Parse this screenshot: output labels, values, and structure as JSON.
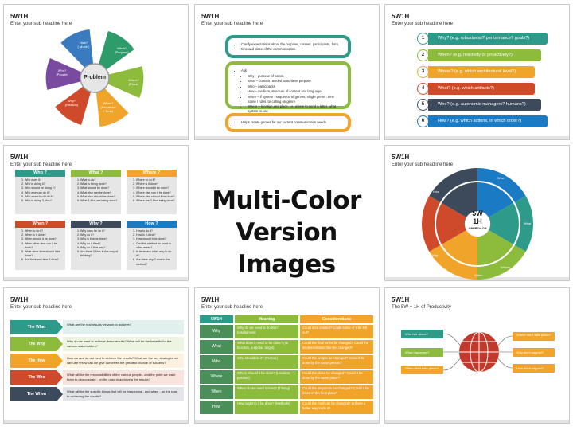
{
  "overlay": {
    "line1": "Multi-Color",
    "line2": "Version Images"
  },
  "slide_common": {
    "title": "5W1H",
    "subtitle": "Enter your sub headline here"
  },
  "slide1": {
    "center": "Problem",
    "petals": [
      {
        "label": "How?\n( Mode )",
        "color": "#3a7bbf"
      },
      {
        "label": "What?\n(Purpose)",
        "color": "#2e9b6a"
      },
      {
        "label": "Where?\n(Place)",
        "color": "#8dbb3c"
      },
      {
        "label": "When?\n(Sequence\n/ Time)",
        "color": "#f0a52a"
      },
      {
        "label": "Why?\n(Reason)",
        "color": "#cf4a2a"
      },
      {
        "label": "Who?\n(People)",
        "color": "#7a4aa0"
      }
    ]
  },
  "slide2": {
    "box1": [
      "Clarify expectations about the purpose, content, participants, form, time and place of the communication."
    ],
    "box2_title": "Ask",
    "box2": [
      "Why – purpose of comm.",
      "What – content needed to achieve purpose",
      "Who – participants",
      "How – medium, structure of content and language",
      "When – if system : sequence of genres. single genre : time frame / rules for calling on genre",
      "Where – location and place, i.e. where to send a letter, what system to use"
    ],
    "box3": [
      "Helps create genres for our current communication needs"
    ]
  },
  "slide3": {
    "rows": [
      {
        "num": "1",
        "text": "Why?  (e.g. robustness? performance? goals?)",
        "color": "#2e9b8a"
      },
      {
        "num": "2",
        "text": "When?  (e.g. reactivity or proactively?)",
        "color": "#8dbb3c"
      },
      {
        "num": "3",
        "text": "Where? (e.g. which architectural level?)",
        "color": "#f0a52a"
      },
      {
        "num": "4",
        "text": "What? (e.g. which artifacts?)",
        "color": "#cf4a2a"
      },
      {
        "num": "5",
        "text": "Who? (e.g. autonomic managers? humans?)",
        "color": "#3c4a5c"
      },
      {
        "num": "6",
        "text": "How? (e.g. which actions, in which order?)",
        "color": "#1a7bc4"
      }
    ]
  },
  "slide4": {
    "cards": [
      {
        "title": "Who ?",
        "color": "#2e9b8a",
        "items": [
          "Who does it?",
          "Who is doing it?",
          "Who should be doing it?",
          "Who else can do it?",
          "Who else should do it?",
          "Who is doing 3-Mus?"
        ]
      },
      {
        "title": "What ?",
        "color": "#8dbb3c",
        "items": [
          "What to do?",
          "What is being done?",
          "What should be done?",
          "What else can be done?",
          "What else should be done?",
          "What 3-Mus are being done?"
        ]
      },
      {
        "title": "Where ?",
        "color": "#f0a52a",
        "items": [
          "Where to do it?",
          "Where is it done?",
          "Where should it be done?",
          "Where else can it be done?",
          "Where else should it be done?",
          "Where are 3-Mus being done?"
        ]
      },
      {
        "title": "When ?",
        "color": "#cf4a2a",
        "items": [
          "When to do it?",
          "When is it done?",
          "When should it be done?",
          "When other time can it be done?",
          "What other time should it be done?",
          "Are there any time 3-Mus?"
        ]
      },
      {
        "title": "Why ?",
        "color": "#3c4a5c",
        "items": [
          "Why does he do it?",
          "Why do it?",
          "Why is it done there?",
          "Why do it then?",
          "Why do it that way?",
          "Are there 3-Mus in the way of thinking?"
        ]
      },
      {
        "title": "How ?",
        "color": "#1a7bc4",
        "items": [
          "How to do it?",
          "How is it done?",
          "How should it be done?",
          "Can this method be used in other areas?",
          "Is there any other way to do it?",
          "Are there any 3-mus in the method?"
        ]
      }
    ]
  },
  "slide6": {
    "center_big": "5W\n1H",
    "center_small": "APPROACH",
    "segments": [
      {
        "label": "Who",
        "color": "#1a7bc4"
      },
      {
        "label": "What",
        "color": "#2e9b8a"
      },
      {
        "label": "Where",
        "color": "#8dbb3c"
      },
      {
        "label": "When",
        "color": "#f0a52a"
      },
      {
        "label": "Why",
        "color": "#cf4a2a"
      },
      {
        "label": "How",
        "color": "#3c4a5c"
      }
    ]
  },
  "slide7": {
    "rows": [
      {
        "label": "The What",
        "text": "What are the real results we want to achieve?",
        "color": "#2e9b8a",
        "bg": "#e1efed"
      },
      {
        "label": "The Why",
        "text": "Why do we want to achieve these results? What will be the benefits for the various stakeholders?",
        "color": "#8dbb3c",
        "bg": "#eef4e2"
      },
      {
        "label": "The How",
        "text": "How can we do our best to achieve the results? What are the key strategies we can use? How can we give ourselves the greatest chance of success?",
        "color": "#f0a52a",
        "bg": "#fdf1df"
      },
      {
        "label": "The Who",
        "text": "What will be the responsibilities of the various people - and the point we want them to demonstrate - on the road to achieving the results?",
        "color": "#cf4a2a",
        "bg": "#f8e3dd"
      },
      {
        "label": "The When",
        "text": "What will be the specific things that will be happening - and when - on the road to achieving the results?",
        "color": "#3c4a5c",
        "bg": "#e3e5e8"
      }
    ]
  },
  "slide8": {
    "headers": [
      "5W1H",
      "Meaning",
      "Considerations"
    ],
    "rows": [
      {
        "q": "Why",
        "meaning": "Why do we need to do this? (Usefulness)",
        "cons": "Could it be omitted? Could some of it be left out?"
      },
      {
        "q": "What",
        "meaning": "What does it need to be done? (Its function, purpose, target)",
        "cons": "Could the final forms be changed? Could the implementation then be changed?"
      },
      {
        "q": "Who",
        "meaning": "Who should do it? (Person)",
        "cons": "Could the people be changed? Could it be done by the same person?"
      },
      {
        "q": "Where",
        "meaning": "Where should it be done? (Location, position)",
        "cons": "Could the place be changed? Could it be done by the same place?"
      },
      {
        "q": "When",
        "meaning": "When do we need it done? (Timing)",
        "cons": "Could the sequence be changed? Could it be timed in the best place?"
      },
      {
        "q": "How",
        "meaning": "How ought to it be done? (Methods)",
        "cons": "Could the methods be changed? Is there a better way to do it?"
      }
    ]
  },
  "slide9": {
    "title": "The 5W + 1H of Productivity",
    "left": [
      "Who is it about?",
      "What happened?",
      "When did it take place?"
    ],
    "right": [
      "Where did it take place?",
      "Why did it happen?",
      "How did it happen?"
    ]
  }
}
